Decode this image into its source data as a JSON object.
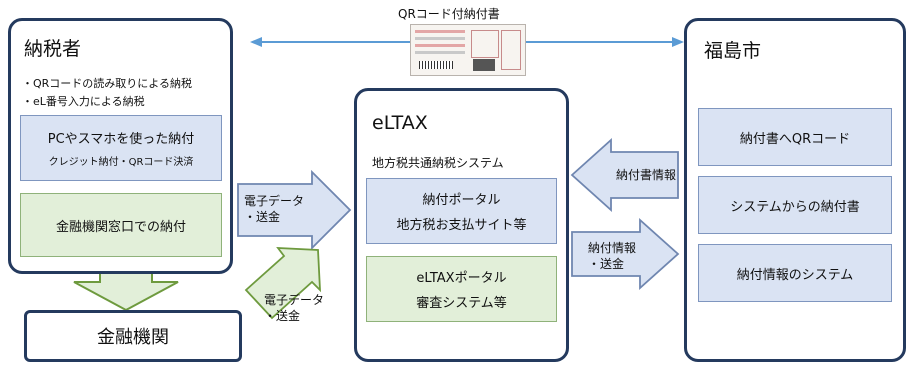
{
  "top_label": "QRコード付納付書",
  "taxpayer": {
    "title": "納税者",
    "notes": [
      "・QRコードの読み取りによる納税",
      "・eL番号入力による納税"
    ],
    "box1_line1": "PCやスマホを使った納付",
    "box1_line2": "クレジット納付・QRコード決済",
    "box2": "金融機関窓口での納付"
  },
  "bank": {
    "title": "金融機関"
  },
  "eltax": {
    "title": "eLTAX",
    "subtitle": "地方税共通納税システム",
    "box1_line1": "納付ポータル",
    "box1_line2": "地方税お支払サイト等",
    "box2_line1": "eLTAXポータル",
    "box2_line2": "審査システム等"
  },
  "city": {
    "title": "福島市",
    "items": [
      "納付書へQRコード",
      "システムからの納付書",
      "納付情報のシステム"
    ]
  },
  "arrows": {
    "a1_line1": "電子データ",
    "a1_line2": "・送金",
    "a2_line1": "電子データ",
    "a2_line2": "・送金",
    "city_to_eltax": "納付書情報",
    "eltax_to_city_line1": "納付情報",
    "eltax_to_city_line2": "・送金"
  },
  "colors": {
    "panel_border": "#243a5e",
    "blue_fill": "#dae3f3",
    "green_fill": "#e2efd9",
    "arrow_blue": "#dae3f3",
    "arrow_green": "#e2efd9",
    "line_blue": "#5b9bd5"
  }
}
